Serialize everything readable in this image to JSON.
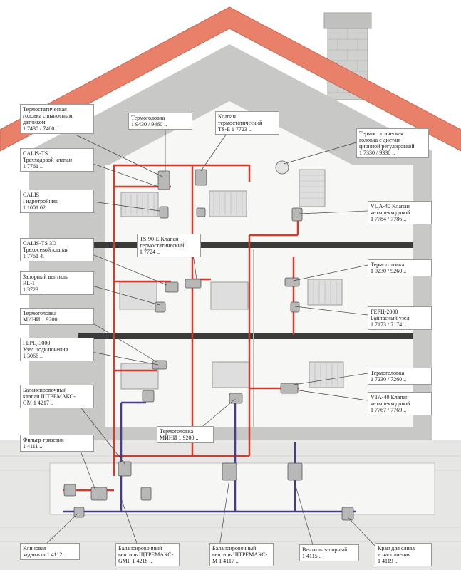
{
  "labels": [
    {
      "id": "termo-vynosnoy",
      "lines": [
        "Термостатическая",
        "головка с выносным",
        "датчиком",
        "1 7430 / 7460 .."
      ]
    },
    {
      "id": "calis-ts",
      "lines": [
        "CALIS-TS",
        "Трехходовой клапан",
        "1 7761 .."
      ]
    },
    {
      "id": "calis-gidro",
      "lines": [
        "CALIS",
        "Гидротройник",
        "1 1001 02"
      ]
    },
    {
      "id": "calis-ts-3d",
      "lines": [
        "CALIS-TS 3D",
        "Трехосевой клапан",
        "1 7761 4."
      ]
    },
    {
      "id": "zapornyi-rl1",
      "lines": [
        "Запорный вентиль",
        "RL-1",
        "1 3723 .."
      ]
    },
    {
      "id": "termo-mini-left",
      "lines": [
        "Термоголовка",
        "МИНИ 1 9200 .."
      ]
    },
    {
      "id": "gerz-3000",
      "lines": [
        "ГЕРЦ-3000",
        "Узел подключения",
        "1 3066 .."
      ]
    },
    {
      "id": "balans-gm",
      "lines": [
        "Балансировочный",
        "клапан ШТРЕМАКС-",
        "GM 1 4217 .."
      ]
    },
    {
      "id": "filtr",
      "lines": [
        "Фильтр-грязевик",
        "1 4111 .."
      ]
    },
    {
      "id": "termo-9430",
      "lines": [
        "Термоголовка",
        "1 9430 / 9460 .."
      ]
    },
    {
      "id": "klapan-ts-e",
      "lines": [
        "Клапан",
        "термостатический",
        "TS-E 1 7723 .."
      ]
    },
    {
      "id": "ts90e",
      "lines": [
        "TS-90-E Клапан",
        "термостатический",
        "1 7724 .."
      ]
    },
    {
      "id": "termo-distance",
      "lines": [
        "Термостатическая",
        "головка с дистан-",
        "ционной регулировкой",
        "1 7330 / 9330 .."
      ]
    },
    {
      "id": "vua40",
      "lines": [
        "VUA-40 Клапан",
        "четырехходовой",
        "1 7784 / 7786 .."
      ]
    },
    {
      "id": "termo-9230",
      "lines": [
        "Термоголовка",
        "1 9230 / 9260 .."
      ]
    },
    {
      "id": "gerz-2000",
      "lines": [
        "ГЕРЦ-2000",
        "Байпасный узел",
        "1 7173 / 7174 .."
      ]
    },
    {
      "id": "termo-7230",
      "lines": [
        "Термоголовка",
        "1 7230 / 7260 .."
      ]
    },
    {
      "id": "vta40",
      "lines": [
        "VTA-40 Клапан",
        "четырехходовой",
        "1 7767 / 7769 .."
      ]
    },
    {
      "id": "termo-mini-bottom",
      "lines": [
        "Термоголовка",
        "МИНИ 1 9200 .."
      ]
    },
    {
      "id": "klinovaya",
      "lines": [
        "Клиновая",
        "задвижка 1 4112 .."
      ]
    },
    {
      "id": "balans-gmf",
      "lines": [
        "Балансировочный",
        "вентиль ШТРЕМАКС-",
        "GMF 1 4218 .."
      ]
    },
    {
      "id": "balans-m",
      "lines": [
        "Балансировочный",
        "вентиль ШТРЕМАКС-",
        "М 1 4117 .."
      ]
    },
    {
      "id": "ventil-zapornyi",
      "lines": [
        "Вентиль запорный",
        "1 4115 .."
      ]
    },
    {
      "id": "kran-sliva",
      "lines": [
        "Кран для слива",
        "и наполнения",
        "1 4119 .."
      ]
    }
  ],
  "colors": {
    "roof": "#e8806a",
    "wall": "#c8c8c6",
    "interior": "#f7f7f5",
    "floor": "#3a3a3a",
    "supply_pipe": "#d43a2a",
    "return_pipe": "#4a3a8c",
    "radiator": "#dedede"
  }
}
